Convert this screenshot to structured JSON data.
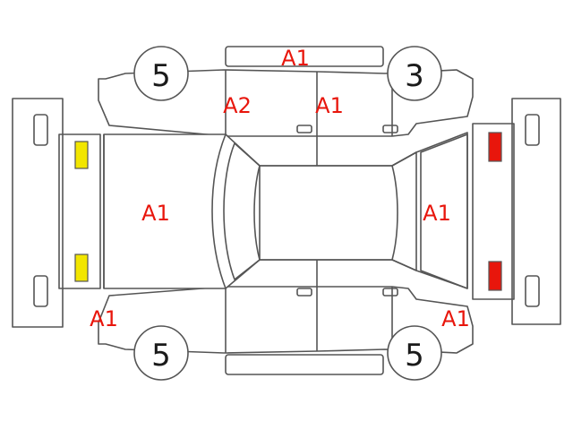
{
  "colors": {
    "outline": "#555555",
    "code_text": "#e8160c",
    "front_lamp": "#f2e600",
    "rear_lamp": "#e8160c",
    "tire_text": "#1a1a1a"
  },
  "tires": {
    "front_left": "5",
    "front_right": "3",
    "rear_left": "5",
    "rear_right": "5"
  },
  "codes": {
    "roof_rail_top": "A1",
    "front_door_top": "A2",
    "rear_door_top": "A1",
    "hood": "A1",
    "trunk": "A1",
    "front_fender_bottom": "A1",
    "rear_fender_bottom": "A1"
  }
}
